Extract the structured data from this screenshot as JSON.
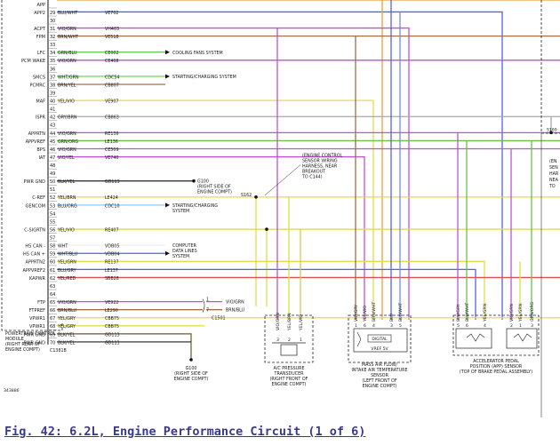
{
  "colors": {
    "blue": "#5560e6",
    "orange": "#e8a23a",
    "yellow": "#e2dc4a",
    "green": "#5cc04a",
    "violet": "#c050d8",
    "red": "#e05050",
    "gray": "#a8a8a8",
    "brown": "#a0704a",
    "black": "#202020",
    "white": "#f0f0f0",
    "pink": "#f0a8c8",
    "lightblue": "#90c8f0",
    "caption": "#3a3a8c"
  },
  "pins": [
    {
      "num": "",
      "signal": "APP",
      "wire": "",
      "circuit": ""
    },
    {
      "num": "29",
      "signal": "APP2",
      "wire": "BLU/WHT",
      "circuit": "VE702"
    },
    {
      "num": "30",
      "signal": "",
      "wire": "",
      "circuit": ""
    },
    {
      "num": "31",
      "signal": "ACPT",
      "wire": "VIO/GRN",
      "circuit": "VH403"
    },
    {
      "num": "32",
      "signal": "FPM",
      "wire": "BRN/WHT",
      "circuit": "VE518"
    },
    {
      "num": "33",
      "signal": "",
      "wire": "",
      "circuit": ""
    },
    {
      "num": "34",
      "signal": "LFC",
      "wire": "GRN/BLU",
      "circuit": "CE002"
    },
    {
      "num": "35",
      "signal": "PCM WAKE",
      "wire": "VIO/GRN",
      "circuit": "CE408"
    },
    {
      "num": "36",
      "signal": "",
      "wire": "",
      "circuit": ""
    },
    {
      "num": "37",
      "signal": "SMCS",
      "wire": "WHT/GRN",
      "circuit": "CDC54"
    },
    {
      "num": "38",
      "signal": "PCMRC",
      "wire": "BRN/YEL",
      "circuit": "CB807"
    },
    {
      "num": "39",
      "signal": "",
      "wire": "",
      "circuit": ""
    },
    {
      "num": "40",
      "signal": "MAF",
      "wire": "YEL/VIO",
      "circuit": "VE907"
    },
    {
      "num": "41",
      "signal": "",
      "wire": "",
      "circuit": ""
    },
    {
      "num": "42",
      "signal": "ISPR",
      "wire": "GRY/BRN",
      "circuit": "CB863"
    },
    {
      "num": "43",
      "signal": "",
      "wire": "",
      "circuit": ""
    },
    {
      "num": "44",
      "signal": "APPRTN",
      "wire": "VIO/GRN",
      "circuit": "RE136"
    },
    {
      "num": "45",
      "signal": "APPVREF",
      "wire": "GRN/ORG",
      "circuit": "LE136"
    },
    {
      "num": "46",
      "signal": "BPS",
      "wire": "VIO/GRN",
      "circuit": "CE509"
    },
    {
      "num": "47",
      "signal": "IAT",
      "wire": "VIO/YEL",
      "circuit": "VE740"
    },
    {
      "num": "48",
      "signal": "",
      "wire": "",
      "circuit": ""
    },
    {
      "num": "49",
      "signal": "",
      "wire": "",
      "circuit": ""
    },
    {
      "num": "50",
      "signal": "PWR GND",
      "wire": "BLK/YEL",
      "circuit": "GD113"
    },
    {
      "num": "51",
      "signal": "",
      "wire": "",
      "circuit": ""
    },
    {
      "num": "52",
      "signal": "C-REF",
      "wire": "YEL/BRN",
      "circuit": "LE424"
    },
    {
      "num": "53",
      "signal": "GENCOM",
      "wire": "BLU/ORG",
      "circuit": "CDC10"
    },
    {
      "num": "54",
      "signal": "",
      "wire": "",
      "circuit": ""
    },
    {
      "num": "55",
      "signal": "",
      "wire": "",
      "circuit": ""
    },
    {
      "num": "56",
      "signal": "C-SIGRTN",
      "wire": "YEL/VIO",
      "circuit": "RE407"
    },
    {
      "num": "57",
      "signal": "",
      "wire": "",
      "circuit": ""
    },
    {
      "num": "58",
      "signal": "HS CAN -",
      "wire": "WHT",
      "circuit": "VDB05"
    },
    {
      "num": "59",
      "signal": "HS CAN +",
      "wire": "WHT/BLU",
      "circuit": "VDB04"
    },
    {
      "num": "60",
      "signal": "APPRTN2",
      "wire": "YEL/GRN",
      "circuit": "RE137"
    },
    {
      "num": "61",
      "signal": "APPVREF2",
      "wire": "BLU/GRY",
      "circuit": "LE137"
    },
    {
      "num": "62",
      "signal": "KAPWR",
      "wire": "YEL/RED",
      "circuit": "SBB28"
    },
    {
      "num": "63",
      "signal": "",
      "wire": "",
      "circuit": ""
    },
    {
      "num": "64",
      "signal": "",
      "wire": "",
      "circuit": ""
    },
    {
      "num": "65",
      "signal": "FTP",
      "wire": "VIO/GRN",
      "circuit": "VE922"
    },
    {
      "num": "66",
      "signal": "FTPREF",
      "wire": "BRN/BLU",
      "circuit": "LE290"
    },
    {
      "num": "67",
      "signal": "VPWR1",
      "wire": "YEL/GRY",
      "circuit": "CBB75"
    },
    {
      "num": "68",
      "signal": "VPWR1",
      "wire": "YEL/GRY",
      "circuit": "CBB75"
    },
    {
      "num": "69",
      "signal": "PWR GND",
      "wire": "BLK/YEL",
      "circuit": "GD113"
    },
    {
      "num": "70",
      "signal": "PWR GND",
      "wire": "BLK/YEL",
      "circuit": "GD113"
    }
  ],
  "connector": "C1381B",
  "pcm_label": [
    "POWERTRAIN CONTROL",
    "MODULE",
    "(RIGHT REAR OF",
    "ENGINE COMPT)"
  ],
  "systems": {
    "cooling": "COOLING FANS SYSTEM",
    "starting": "STARTING/CHARGING SYSTEM",
    "starting_short": [
      "STARTING/CHARGING",
      "SYSTEM"
    ],
    "computer": [
      "COMPUTER",
      "DATA LINES",
      "SYSTEM"
    ]
  },
  "ground_ref": {
    "id": "G100",
    "text": [
      "(RIGHT SIDE OF",
      "ENGINE COMPT)"
    ]
  },
  "splice_s162": {
    "id": "S162",
    "note": [
      "(ENGINE CONTROL",
      "SENSOR WIRING",
      "HARNESS, NEAR",
      "BREAKOUT",
      "TO C144)"
    ]
  },
  "splice_s169": {
    "id": "S169"
  },
  "right_partial": [
    "(EN",
    "SEN",
    "HAR",
    "NEA",
    "TO"
  ],
  "ftp_link": {
    "p1": "1",
    "p2": "7",
    "wire1": "VIO/GRN",
    "wire2": "BRN/BLU",
    "connector": "C1501"
  },
  "ground_bottom": {
    "id": "G100",
    "text": [
      "(RIGHT SIDE OF",
      "ENGINE COMPT)"
    ]
  },
  "ac_sensor": {
    "wires": [
      "VIO/GRN",
      "YEL/BRN",
      "YEL/VIO"
    ],
    "pins": [
      "3",
      "2",
      "1"
    ],
    "label": [
      "A/C PRESSURE",
      "TRANSDUCER",
      "(RIGHT FRONT OF",
      "ENGINE COMPT)"
    ]
  },
  "maf_sensor": {
    "wires": [
      "VIO/GRY",
      "YEL/VIO",
      "BRN/WHT",
      "BLU",
      "BLU/WHT"
    ],
    "pins": [
      "1",
      "6",
      "4",
      "3",
      "5"
    ],
    "digital": "DIGITAL",
    "vref": "VREF 5V",
    "label": [
      "MASS AIR FLOW/",
      "INTAKE AIR TEMPERATURE",
      "SENSOR",
      "(LEFT FRONT OF",
      "ENGINE COMPT)"
    ]
  },
  "app_sensor": {
    "wires": [
      "BLU/GRY",
      "BLU/WHT",
      "YEL/GRN",
      "VIO/GRN",
      "YEL/GRN",
      "GRN/ORG"
    ],
    "pins": [
      "5",
      "6",
      "4",
      "2",
      "1",
      "3"
    ],
    "label": [
      "ACCELERATOR PEDAL",
      "POSITION (APP) SENSOR",
      "(TOP OF BRAKE PEDAL ASSEMBLY)"
    ]
  },
  "diagram_number": "343886",
  "caption": "Fig. 42: 6.2L, Engine Performance Circuit (1 of 6)"
}
